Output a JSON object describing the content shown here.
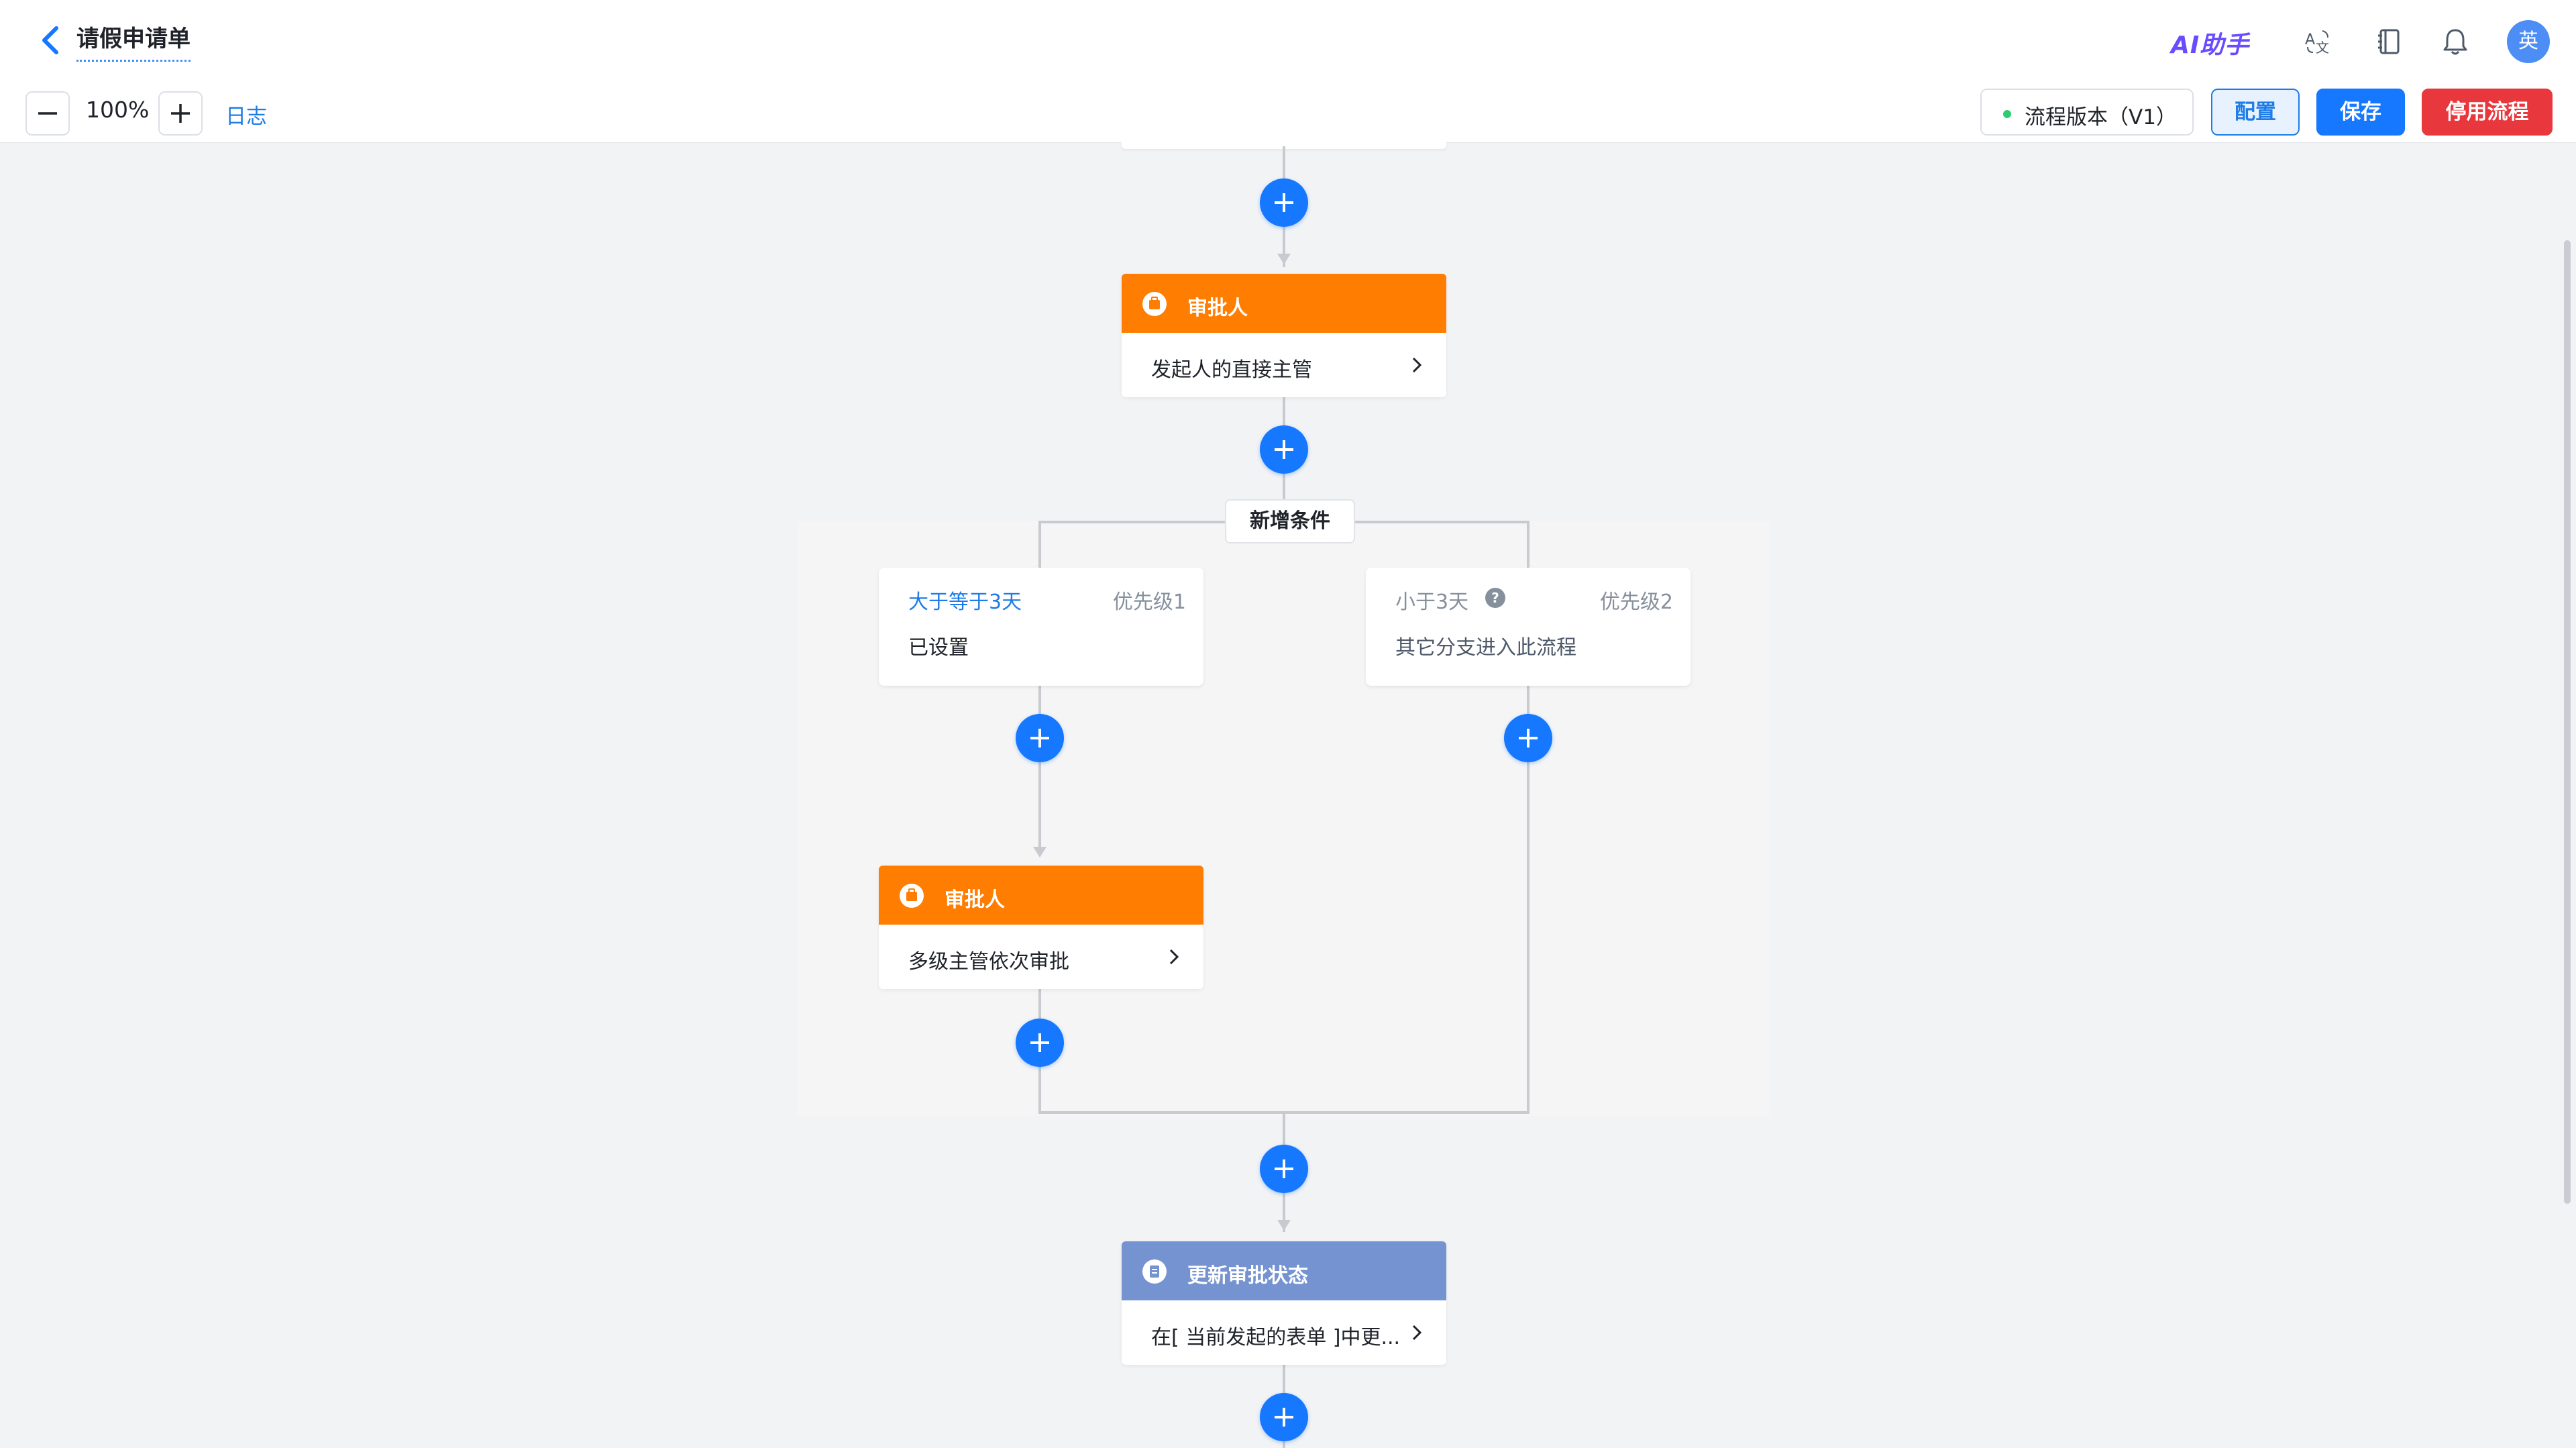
{
  "header": {
    "title": "请假申请单",
    "ai_label": "AI助手",
    "avatar_text": "英",
    "icons": [
      "back-icon",
      "translate-icon",
      "notebook-icon",
      "bell-icon"
    ]
  },
  "toolbar": {
    "zoom_out_icon": "minus-icon",
    "zoom_level": "100%",
    "zoom_in_icon": "plus-icon",
    "log_label": "日志",
    "version_label": "流程版本（V1）",
    "config_label": "配置",
    "save_label": "保存",
    "stop_label": "停用流程"
  },
  "colors": {
    "primary": "#1677ff",
    "approver_header": "#ff7d00",
    "update_header": "#7593d0",
    "danger": "#e8383d",
    "version_dot": "#2ecc71"
  },
  "flow": {
    "approver1": {
      "title": "审批人",
      "desc": "发起人的直接主管"
    },
    "add_condition_label": "新增条件",
    "branches": [
      {
        "title": "大于等于3天",
        "priority": "优先级1",
        "desc": "已设置"
      },
      {
        "title": "小于3天",
        "priority": "优先级2",
        "desc": "其它分支进入此流程"
      }
    ],
    "approver2": {
      "title": "审批人",
      "desc": "多级主管依次审批"
    },
    "update_node": {
      "title": "更新审批状态",
      "desc": "在[ 当前发起的表单 ]中更..."
    }
  }
}
